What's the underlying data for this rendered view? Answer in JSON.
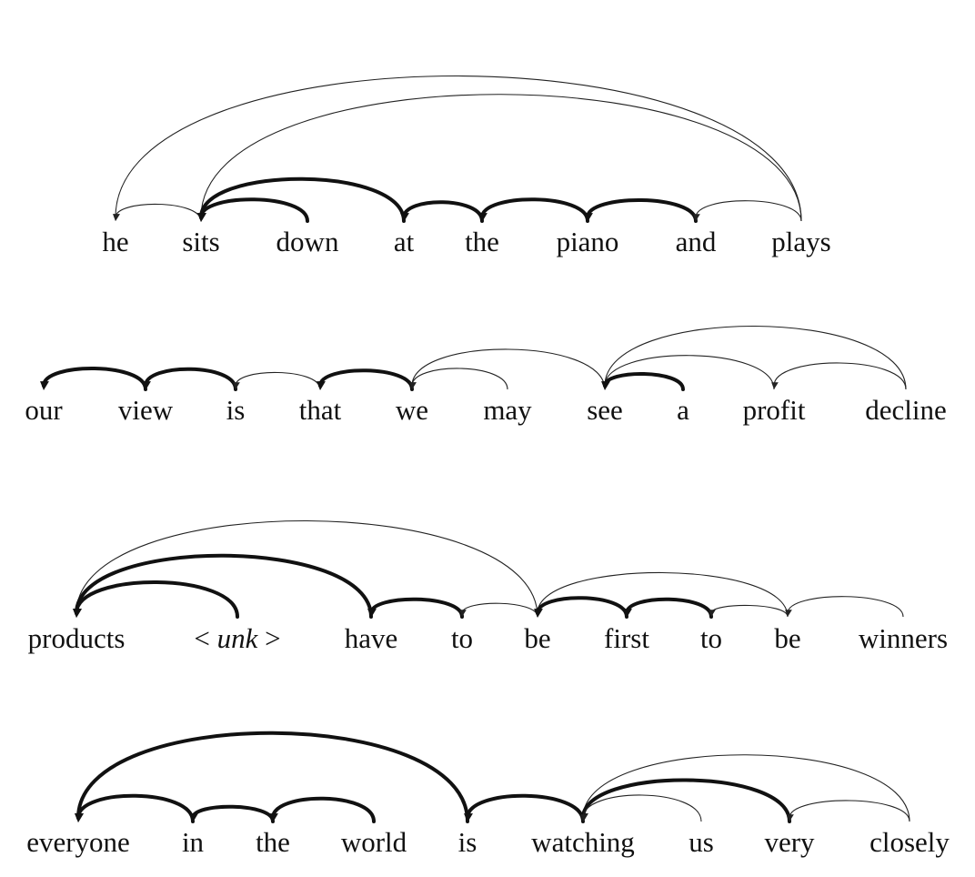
{
  "sentences": [
    {
      "id": "s1",
      "words": [
        "he",
        "sits",
        "down",
        "at",
        "the",
        "piano",
        "and",
        "plays"
      ],
      "arcs": [
        {
          "from": 7,
          "to": 0,
          "weight": "thin"
        },
        {
          "from": 7,
          "to": 1,
          "weight": "thin"
        },
        {
          "from": 1,
          "to": 0,
          "weight": "thin"
        },
        {
          "from": 3,
          "to": 1,
          "weight": "thick"
        },
        {
          "from": 2,
          "to": 1,
          "weight": "thick"
        },
        {
          "from": 4,
          "to": 3,
          "weight": "thick"
        },
        {
          "from": 5,
          "to": 4,
          "weight": "thick"
        },
        {
          "from": 6,
          "to": 5,
          "weight": "thick"
        },
        {
          "from": 7,
          "to": 6,
          "weight": "thin"
        }
      ]
    },
    {
      "id": "s2",
      "words": [
        "our",
        "view",
        "is",
        "that",
        "we",
        "may",
        "see",
        "a",
        "profit",
        "decline"
      ],
      "arcs": [
        {
          "from": 1,
          "to": 0,
          "weight": "thick"
        },
        {
          "from": 2,
          "to": 1,
          "weight": "thick"
        },
        {
          "from": 3,
          "to": 2,
          "weight": "thin"
        },
        {
          "from": 4,
          "to": 3,
          "weight": "thick"
        },
        {
          "from": 6,
          "to": 4,
          "weight": "thin"
        },
        {
          "from": 5,
          "to": 4,
          "weight": "thin"
        },
        {
          "from": 9,
          "to": 6,
          "weight": "thin"
        },
        {
          "from": 8,
          "to": 6,
          "weight": "thin"
        },
        {
          "from": 7,
          "to": 6,
          "weight": "thick"
        },
        {
          "from": 9,
          "to": 8,
          "weight": "thin"
        }
      ]
    },
    {
      "id": "s3",
      "words": [
        "products",
        "< unk >",
        "have",
        "to",
        "be",
        "first",
        "to",
        "be",
        "winners"
      ],
      "arcs": [
        {
          "from": 4,
          "to": 0,
          "weight": "thin"
        },
        {
          "from": 2,
          "to": 0,
          "weight": "thick"
        },
        {
          "from": 1,
          "to": 0,
          "weight": "thick"
        },
        {
          "from": 3,
          "to": 2,
          "weight": "thick"
        },
        {
          "from": 4,
          "to": 3,
          "weight": "thin"
        },
        {
          "from": 7,
          "to": 4,
          "weight": "thin"
        },
        {
          "from": 5,
          "to": 4,
          "weight": "thick"
        },
        {
          "from": 6,
          "to": 5,
          "weight": "thick"
        },
        {
          "from": 7,
          "to": 6,
          "weight": "thin"
        },
        {
          "from": 8,
          "to": 7,
          "weight": "thin"
        }
      ]
    },
    {
      "id": "s4",
      "words": [
        "everyone",
        "in",
        "the",
        "world",
        "is",
        "watching",
        "us",
        "very",
        "closely"
      ],
      "arcs": [
        {
          "from": 4,
          "to": 0,
          "weight": "thick"
        },
        {
          "from": 1,
          "to": 0,
          "weight": "thick"
        },
        {
          "from": 2,
          "to": 1,
          "weight": "thick"
        },
        {
          "from": 3,
          "to": 2,
          "weight": "thick"
        },
        {
          "from": 5,
          "to": 4,
          "weight": "thick"
        },
        {
          "from": 8,
          "to": 5,
          "weight": "thin"
        },
        {
          "from": 7,
          "to": 5,
          "weight": "thick"
        },
        {
          "from": 6,
          "to": 5,
          "weight": "thin"
        },
        {
          "from": 8,
          "to": 7,
          "weight": "thin"
        }
      ]
    }
  ]
}
